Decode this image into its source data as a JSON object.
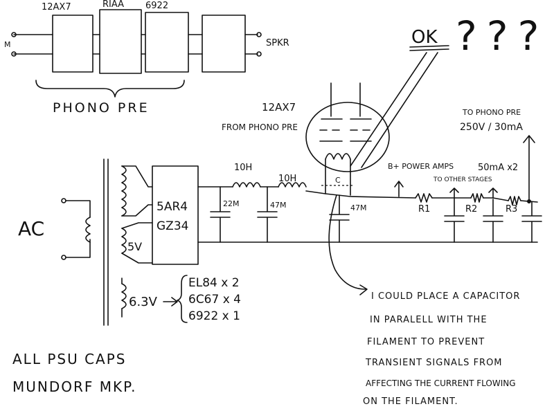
{
  "top_chain": {
    "stage_labels": [
      "12AX7",
      "RIAA",
      "6922"
    ],
    "output_label": "SPKR",
    "input_label": "M",
    "group_label": "PHONO PRE"
  },
  "question": {
    "ok_label": "OK",
    "marks": "???"
  },
  "tube": {
    "type_label": "12AX7",
    "source_label": "FROM PHONO PRE"
  },
  "phono_supply": {
    "line1": "TO PHONO PRE",
    "line2": "250V / 30mA"
  },
  "rails": {
    "bplus_label": "B+ POWER AMPS",
    "other_stages": "TO OTHER STAGES",
    "current_label": "50mA x2"
  },
  "transformer": {
    "ac_label": "AC",
    "hv_label": "5V",
    "fil_label": "6.3V"
  },
  "rectifier": {
    "line1": "5AR4",
    "line2": "GZ34"
  },
  "filter": {
    "choke1": "10H",
    "choke2": "10H",
    "cap1": "22M",
    "cap2": "47M",
    "cap3": "47M",
    "c_label": "C"
  },
  "resistors": [
    "R1",
    "R2",
    "R3"
  ],
  "filament_tubes": [
    "EL84 x 2",
    "6C67 x 4",
    "6922 x 1"
  ],
  "note_lines": [
    "I COULD PLACE A CAPACITOR",
    "IN PARALELL WITH THE",
    "FILAMENT TO PREVENT",
    "TRANSIENT SIGNALS FROM",
    "AFFECTING THE CURRENT FLOWING",
    "ON THE FILAMENT."
  ],
  "caps_note": {
    "line1": "ALL PSU CAPS",
    "line2": "MUNDORF MKP."
  }
}
